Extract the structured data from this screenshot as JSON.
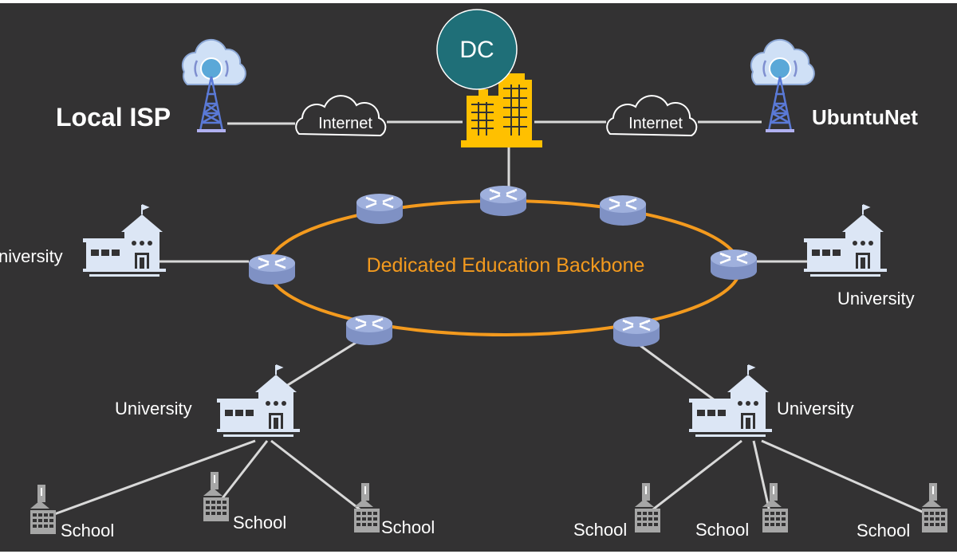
{
  "diagram": {
    "backbone_label": "Dedicated Education Backbone",
    "dc_label": "DC",
    "local_isp_label": "Local ISP",
    "ubuntunet_label": "UbuntuNet",
    "internet_label": "Internet",
    "university_label": "University",
    "university_left_cut_label": "niversity",
    "school_label": "School"
  },
  "colors": {
    "background": "#333233",
    "backbone": "#f39a1e",
    "building": "#ffc000",
    "university": "#dce6f5",
    "school": "#a6a6a6",
    "link": "#d9d9d9",
    "dc_circle": "#1f6f78"
  },
  "icons": [
    "cloud-tower-icon",
    "office-building-icon",
    "router-icon",
    "university-icon",
    "school-icon",
    "internet-cloud-icon"
  ]
}
